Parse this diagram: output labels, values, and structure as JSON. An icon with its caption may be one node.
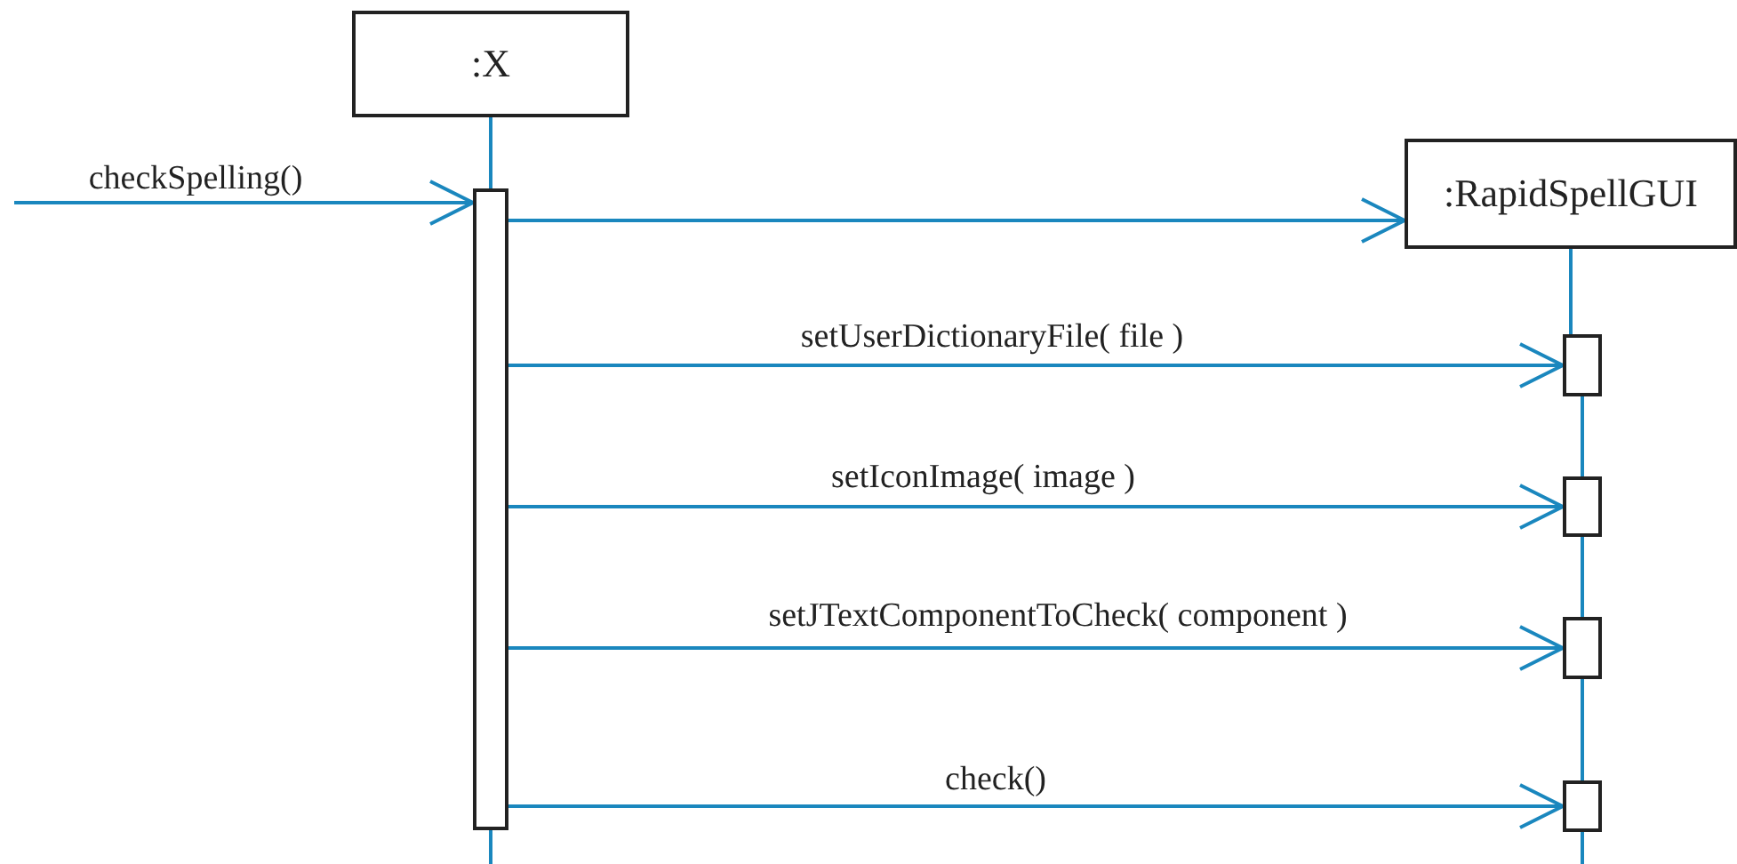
{
  "diagram": {
    "nodes": [
      {
        "text": [
          ":X"
        ]
      },
      {
        "text": [],
        "shape": "bar"
      },
      {
        "text": [
          ":RapidSpellGUI"
        ]
      },
      {
        "text": [],
        "shape": "bar"
      },
      {
        "text": [],
        "shape": "bar"
      },
      {
        "text": [],
        "shape": "bar"
      },
      {
        "text": [],
        "shape": "bar"
      }
    ],
    "edges": [
      {
        "from": 0,
        "to": 1,
        "arrow": "none"
      },
      {
        "from": 1,
        "to": null,
        "arrow": "none"
      },
      {
        "from": 2,
        "to": 3,
        "arrow": "none"
      },
      {
        "from": 3,
        "to": 4,
        "arrow": "none"
      },
      {
        "from": 4,
        "to": 5,
        "arrow": "none"
      },
      {
        "from": 5,
        "to": 6,
        "arrow": "none"
      },
      {
        "from": 6,
        "to": null,
        "arrow": "none"
      },
      {
        "from": null,
        "to": 1,
        "arrow": "to",
        "label": "checkSpelling()"
      },
      {
        "from": 1,
        "to": 2,
        "arrow": "to"
      },
      {
        "from": 1,
        "to": 3,
        "arrow": "to",
        "label": "setUserDictionaryFile( file )"
      },
      {
        "from": 1,
        "to": 4,
        "arrow": "to",
        "label": "setIconImage( image )"
      },
      {
        "from": 1,
        "to": 5,
        "arrow": "to",
        "label": "setJTextComponentToCheck( component )"
      },
      {
        "from": 1,
        "to": 6,
        "arrow": "to",
        "label": "check()"
      }
    ]
  }
}
